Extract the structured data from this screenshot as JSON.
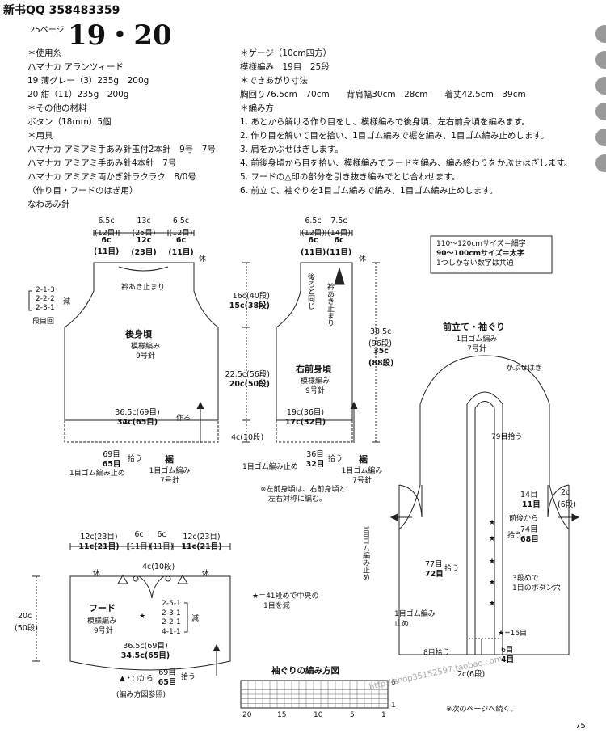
{
  "header": {
    "qq": "新书QQ 358483359",
    "page_ref": "25ページ",
    "title": "19・20"
  },
  "left_column": [
    "＊使用糸",
    "ハマナカ アランツィード",
    "19 薄グレー（3）235g　200g",
    "20 紺（11）235g　200g",
    "＊その他の材料",
    "ボタン（18mm）5個",
    "＊用具",
    "ハマナカ アミアミ手あみ針玉付2本針　9号　7号",
    "ハマナカ アミアミ手あみ針4本針　7号",
    "ハマナカ アミアミ両かぎ針ラクラク　8/0号",
    "（作り目・フードのはぎ用）",
    "なわあみ針"
  ],
  "right_column": [
    "＊ゲージ（10cm四方）",
    "模様編み　19目　25段",
    "＊できあがり寸法",
    "胸回り76.5cm　70cm　　背肩幅30cm　28cm　　着丈42.5cm　39cm",
    "＊編み方",
    "1. あとから解ける作り目をし、模様編みで後身頃、左右前身頃を編みます。",
    "2. 作り目を解いて目を拾い、1目ゴム編みで裾を編み、1目ゴム編み止めします。",
    "3. 肩をかぶせはぎします。",
    "4. 前後身頃から目を拾い、模様編みでフードを編み、編み終わりをかぶせはぎします。",
    "5. フードの△印の部分を引き抜き編みでとじ合わせます。",
    "6. 前立て、袖ぐりを1目ゴム編みで編み、1目ゴム編み止めします。"
  ],
  "back": {
    "top_dims": [
      {
        "a": "6.5c",
        "b": "(12目)",
        "c": "6c",
        "d": "(11目)"
      },
      {
        "a": "13c",
        "b": "(25目)",
        "c": "12c",
        "d": "(23目)"
      },
      {
        "a": "6.5c",
        "b": "(12目)",
        "c": "6c",
        "d": "(11目)"
      }
    ],
    "rest": "休",
    "neck": "衿あき止まり",
    "dec": [
      "2-1-3",
      "2-2-2",
      "2-3-1",
      "段目回"
    ],
    "dec_label": "減",
    "name": "後身頃",
    "pattern": "模様編み",
    "needle": "9号針",
    "width_a": "36.5c(69目)",
    "width_b": "34c(65目)",
    "make": "作る",
    "pick_a": "69目",
    "pick_b": "65目",
    "pick": "拾う",
    "hem": "裾",
    "hem_p": "1目ゴム編み",
    "hem_n": "7号針",
    "bind": "1目ゴム編み止め"
  },
  "front": {
    "top_dims": [
      {
        "a": "6.5c",
        "b": "(12目)",
        "c": "6c",
        "d": "(11目)"
      },
      {
        "a": "7.5c",
        "b": "(14目)",
        "c": "6c",
        "d": "(11目)"
      }
    ],
    "rest": "休",
    "same": "後ろと同じ",
    "neck": "衿あき止まり",
    "h1a": "16c(40段)",
    "h1b": "15c(38段)",
    "h2a": "22.5c(56段)",
    "h2b": "20c(50段)",
    "h3": "4c(10段)",
    "total_a": "38.5c",
    "total_b": "(96段)",
    "total_c": "35c",
    "total_d": "(88段)",
    "name": "右前身頃",
    "pattern": "模様編み",
    "needle": "9号針",
    "width_a": "19c(36目)",
    "width_b": "17c(32目)",
    "pick_a": "36目",
    "pick_b": "32目",
    "pick": "拾う",
    "bind": "1目ゴム編み止め",
    "hem": "裾",
    "hem_p": "1目ゴム編み",
    "hem_n": "7号針",
    "note1": "※左前身頃は、右前身頃と",
    "note2": "左右対称に編む。"
  },
  "legend": {
    "l1": "110～120cmサイズ＝細字",
    "l2": "90～100cmサイズ＝太字",
    "l3": "1つしかない数字は共通"
  },
  "hood": {
    "dims": [
      {
        "a": "12c(23目)",
        "b": "11c(21目)"
      },
      {
        "a": "6c",
        "b": "(11目)"
      },
      {
        "a": "6c",
        "b": "(11目)"
      },
      {
        "a": "12c(23目)",
        "b": "11c(21目)"
      }
    ],
    "rest_l": "休",
    "rest_r": "休",
    "h": "4c(10段)",
    "side_a": "20c",
    "side_b": "(50段)",
    "dec": [
      "2-5-1",
      "2-3-1",
      "2-2-1",
      "4-1-1"
    ],
    "dec_label": "減",
    "star_note": "★＝41段めで中央の",
    "star_note2": "1目を減",
    "name": "フード",
    "pattern": "模様編み",
    "needle": "9号針",
    "width_a": "36.5c(69目)",
    "width_b": "34.5c(65目)",
    "pick_from": "▲・○から",
    "pick_a": "69目",
    "pick_b": "65目",
    "pick": "拾う",
    "ref": "(編み方図参照)"
  },
  "band": {
    "title": "前立て・袖ぐり",
    "p": "1目ゴム編み",
    "n": "7号針",
    "join": "かぶせはぎ",
    "hood_pick": "79目拾う",
    "s1a": "14目",
    "s1b": "11目",
    "s2": "前後から",
    "s2a": "74目",
    "s2b": "68目",
    "s3": "拾う",
    "rib_v": "1目ゴム編み止め",
    "left_a": "77目",
    "left_b": "72目",
    "left_pick": "拾う",
    "rib": "1目ゴム編み",
    "rib2": "止め",
    "btn1": "3段めで",
    "btn2": "1目のボタン穴",
    "star15": "★=15目",
    "pick8": "8目拾う",
    "r6": "6目",
    "r4": "4目",
    "bot": "2c(6段)",
    "top_r_a": "2c",
    "top_r_b": "(6段)"
  },
  "chart": {
    "title": "袖ぐりの編み方図",
    "x_ticks": [
      "20",
      "15",
      "10",
      "5",
      "1"
    ],
    "right_tick": "6",
    "right_tick2": "1"
  },
  "footer": {
    "next": "※次のページへ続く。",
    "page": "75",
    "watermark": "http://shop35152597.taobao.com"
  }
}
